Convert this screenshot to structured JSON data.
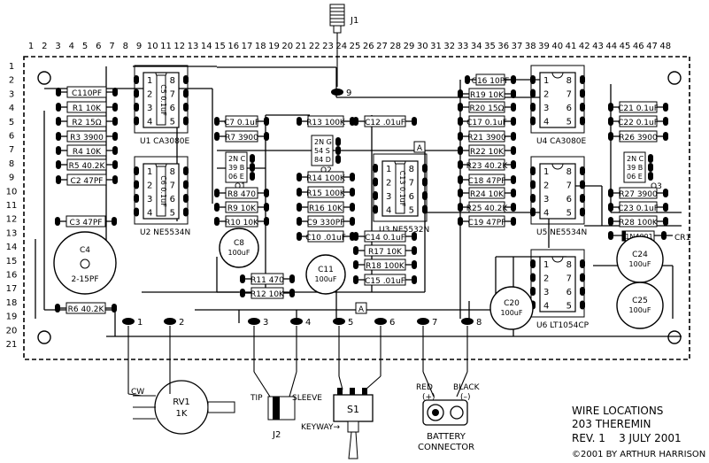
{
  "board": {
    "columns": [
      "1",
      "2",
      "3",
      "4",
      "5",
      "6",
      "7",
      "8",
      "9",
      "10",
      "11",
      "12",
      "13",
      "14",
      "15",
      "16",
      "17",
      "18",
      "19",
      "20",
      "21",
      "22",
      "23",
      "24",
      "25",
      "26",
      "27",
      "28",
      "29",
      "30",
      "31",
      "32",
      "33",
      "34",
      "35",
      "36",
      "37",
      "38",
      "39",
      "40",
      "41",
      "42",
      "43",
      "44",
      "45",
      "46",
      "47",
      "48"
    ],
    "rows": [
      "1",
      "2",
      "3",
      "4",
      "5",
      "6",
      "7",
      "8",
      "9",
      "10",
      "11",
      "12",
      "13",
      "14",
      "15",
      "16",
      "17",
      "18",
      "19",
      "20",
      "21"
    ]
  },
  "ics": {
    "u1": {
      "label": "U1  CA3080E",
      "pins_left": [
        "1",
        "2",
        "3",
        "4"
      ],
      "pins_right": [
        "8",
        "7",
        "6",
        "5"
      ],
      "inner": "C5 0.1uF"
    },
    "u2": {
      "label": "U2  NE5534N",
      "pins_left": [
        "1",
        "2",
        "3",
        "4"
      ],
      "pins_right": [
        "8",
        "7",
        "6",
        "5"
      ],
      "inner": "C6 0.1uF"
    },
    "u3": {
      "label": "U3  NE5532N",
      "pins_left": [
        "1",
        "2",
        "3",
        "4"
      ],
      "pins_right": [
        "8",
        "7",
        "6",
        "5"
      ],
      "inner": "C13 0.1uF"
    },
    "u4": {
      "label": "U4  CA3080E",
      "pins_left": [
        "1",
        "2",
        "3",
        "4"
      ],
      "pins_right": [
        "8",
        "7",
        "6",
        "5"
      ]
    },
    "u5": {
      "label": "U5  NE5534N",
      "pins_left": [
        "1",
        "2",
        "3",
        "4"
      ],
      "pins_right": [
        "8",
        "7",
        "6",
        "5"
      ]
    },
    "u6": {
      "label": "U6  LT1054CP",
      "pins_left": [
        "1",
        "2",
        "3",
        "4"
      ],
      "pins_right": [
        "8",
        "7",
        "6",
        "5"
      ]
    }
  },
  "transistors": {
    "q1": {
      "label": "Q1",
      "pins": [
        "2N C",
        "39 B",
        "06 E"
      ]
    },
    "q2": {
      "label": "Q2",
      "pins": [
        "2N G",
        "54 S",
        "84 D"
      ]
    },
    "q3": {
      "label": "Q3",
      "pins": [
        "2N C",
        "39 B",
        "06 E"
      ]
    }
  },
  "left_parts": [
    "C110PF",
    "R1 10K",
    "R2 15Ω",
    "R3 3900",
    "R4 10K",
    "R5 40.2K",
    "C2 47PF",
    "C3 47PF",
    "R6 40.2K"
  ],
  "center_parts": [
    "C7 0.1uF",
    "R7 3900",
    "R13 100K",
    "C12 .01uF",
    "R8 470",
    "R9 10K",
    "R10 10K",
    "R14 100K",
    "R15 100K",
    "R16 10K",
    "C9 330PF",
    "C10 .01uF",
    "C14 0.1uF",
    "R17 10K",
    "R18 100K",
    "C15 .01uF",
    "R11 470",
    "R12 10K"
  ],
  "right_parts": [
    "C16 10PF",
    "R19 10K",
    "R20 15Ω",
    "C17 0.1uF",
    "R21 3900",
    "R22 10K",
    "R23 40.2K",
    "C18 47PF",
    "R24 10K",
    "R25 40.2K",
    "C19 47PF",
    "C21 0.1uF",
    "C22 0.1uF",
    "R26 3900",
    "R27 3900",
    "C23 0.1uF",
    "R28 100K"
  ],
  "diode": {
    "label": "1N4001",
    "ref": "CR1"
  },
  "c4": {
    "ref": "C4",
    "value": "2-15PF"
  },
  "big_caps": {
    "c8": {
      "ref": "C8",
      "value": "100uF"
    },
    "c11": {
      "ref": "C11",
      "value": "100uF"
    },
    "c20": {
      "ref": "C20",
      "value": "100uF"
    },
    "c24": {
      "ref": "C24",
      "value": "100uF"
    },
    "c25": {
      "ref": "C25",
      "value": "100uF"
    }
  },
  "wire_points": [
    "1",
    "2",
    "3",
    "4",
    "5",
    "6",
    "7",
    "8",
    "9"
  ],
  "test_point": "A",
  "offboard": {
    "j1": "J1",
    "rv1": "RV1",
    "rv1_value": "1K",
    "cw": "CW",
    "j2": "J2",
    "tip": "TIP",
    "sleeve": "SLEEVE",
    "s1": "S1",
    "keyway": "KEYWAY",
    "red": "RED",
    "red_pol": "(+)",
    "black": "BLACK",
    "black_pol": "(–)",
    "battery1": "BATTERY",
    "battery2": "CONNECTOR"
  },
  "title_block": {
    "line1": "WIRE LOCATIONS",
    "line2": "203 THEREMIN",
    "line3": "REV. 1    3 JULY 2001",
    "copyright": "©2001 BY ARTHUR HARRISON"
  }
}
